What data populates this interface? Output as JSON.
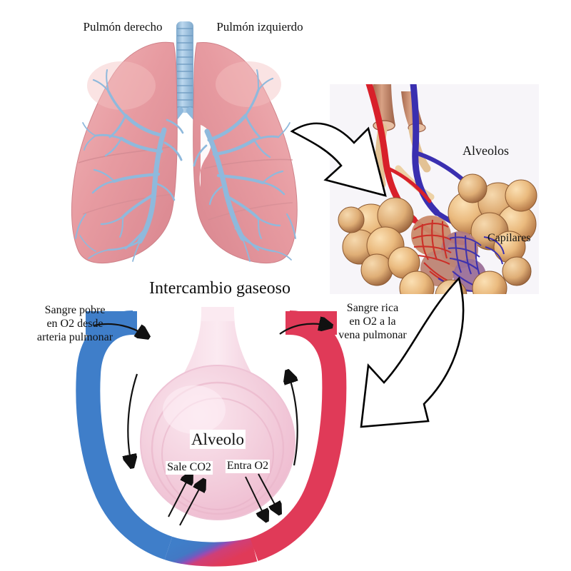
{
  "figure": {
    "title_section": "Intercambio gaseoso",
    "language": "es",
    "subject": "Respiratory system - pulmonary gas exchange"
  },
  "lungs_panel": {
    "label_right_lung": "Pulmón derecho",
    "label_left_lung": "Pulmón izquierdo",
    "lung_color": "#e79ba1",
    "bronchi_color": "#8fb9dc",
    "trachea_color": "#9cc2e0"
  },
  "inset_panel": {
    "background": "#f7f5f9",
    "label_alveoli": "Alveolos",
    "label_capillaries": "Capilares",
    "alveoli_color": "#e8b87e",
    "artery_color": "#d8202a",
    "vein_color": "#3a2fb0",
    "bronchiole_color": "#c98f72"
  },
  "exchange_panel": {
    "title": "Intercambio gaseoso",
    "label_left_line1": "Sangre pobre",
    "label_left_line2": "en O2 desde",
    "label_left_line3": "arteria pulmonar",
    "label_right_line1": "Sangre rica",
    "label_right_line2": "en O2 a la",
    "label_right_line3": "vena pulmonar",
    "label_alveolus": "Alveolo",
    "label_co2": "Sale CO2",
    "label_o2": "Entra O2",
    "vein_blue": "#3f7ec9",
    "artery_red": "#e03a58",
    "mix_purple": "#9b4bb0",
    "alveolus_fill": "#f3cfdd"
  },
  "arrows": {
    "arrow_lungs_to_inset": "white-curved-arrow-down-right",
    "arrow_inset_to_alveolus": "white-curved-arrow-down-left"
  }
}
